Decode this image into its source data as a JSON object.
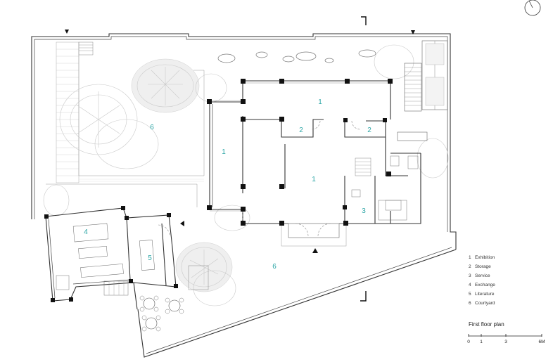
{
  "room_labels": {
    "exhibition": "1",
    "storage": "2",
    "service": "3",
    "exchange": "4",
    "literature": "5",
    "courtyard": "6"
  },
  "legend": [
    {
      "num": "1",
      "name": "Exhibition"
    },
    {
      "num": "2",
      "name": "Storage"
    },
    {
      "num": "3",
      "name": "Service"
    },
    {
      "num": "4",
      "name": "Exchange"
    },
    {
      "num": "5",
      "name": "Literature"
    },
    {
      "num": "6",
      "name": "Courtyard"
    }
  ],
  "title": "First floor plan",
  "scale_bar": {
    "ticks": [
      "0",
      "1",
      "3",
      "6M"
    ]
  },
  "colors": {
    "label_accent": "#2aa5a5",
    "line": "#333333",
    "vegetation": "#c9c9c9"
  },
  "icons": {
    "north_arrow": "north-arrow-icon",
    "entrance_markers": "triangle-marker-icon"
  }
}
